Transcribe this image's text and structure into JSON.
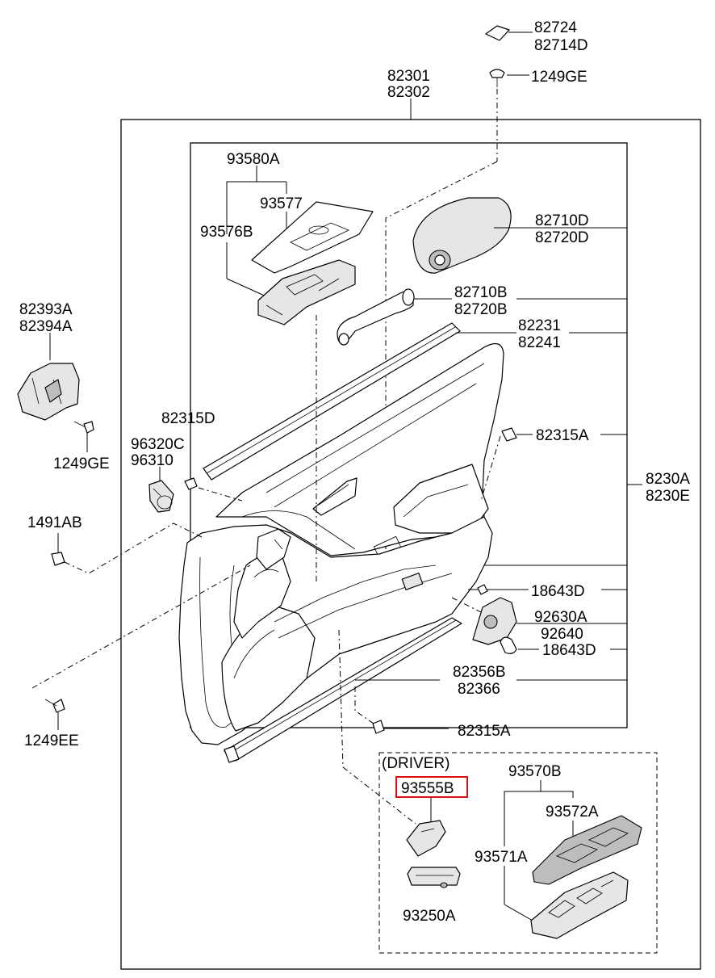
{
  "diagram": {
    "colors": {
      "line": "#000000",
      "highlight": "#e01010",
      "background": "#ffffff"
    },
    "labels": {
      "p82724": "82724",
      "p82714d": "82714D",
      "p1249ge_top": "1249GE",
      "p82301": "82301",
      "p82302": "82302",
      "p93580a": "93580A",
      "p93577": "93577",
      "p93576b": "93576B",
      "p82710d": "82710D",
      "p82720d": "82720D",
      "p82710b": "82710B",
      "p82720b": "82720B",
      "p82231": "82231",
      "p82241": "82241",
      "p82393a": "82393A",
      "p82394a": "82394A",
      "p1249ge_left": "1249GE",
      "p82315d": "82315D",
      "p96320c": "96320C",
      "p96310": "96310",
      "p82315a_right": "82315A",
      "p8230a": "8230A",
      "p8230e": "8230E",
      "p1491ab": "1491AB",
      "p18643d_top": "18643D",
      "p92630a": "92630A",
      "p92640": "92640",
      "p18643d_bottom": "18643D",
      "p82356b": "82356B",
      "p82366": "82366",
      "p1249ee": "1249EE",
      "p82315a_bottom": "82315A",
      "driver": "(DRIVER)",
      "p93570b": "93570B",
      "p93555b": "93555B",
      "p93572a": "93572A",
      "p93571a": "93571A",
      "p93250a": "93250A"
    },
    "highlighted_part": "93555B"
  }
}
